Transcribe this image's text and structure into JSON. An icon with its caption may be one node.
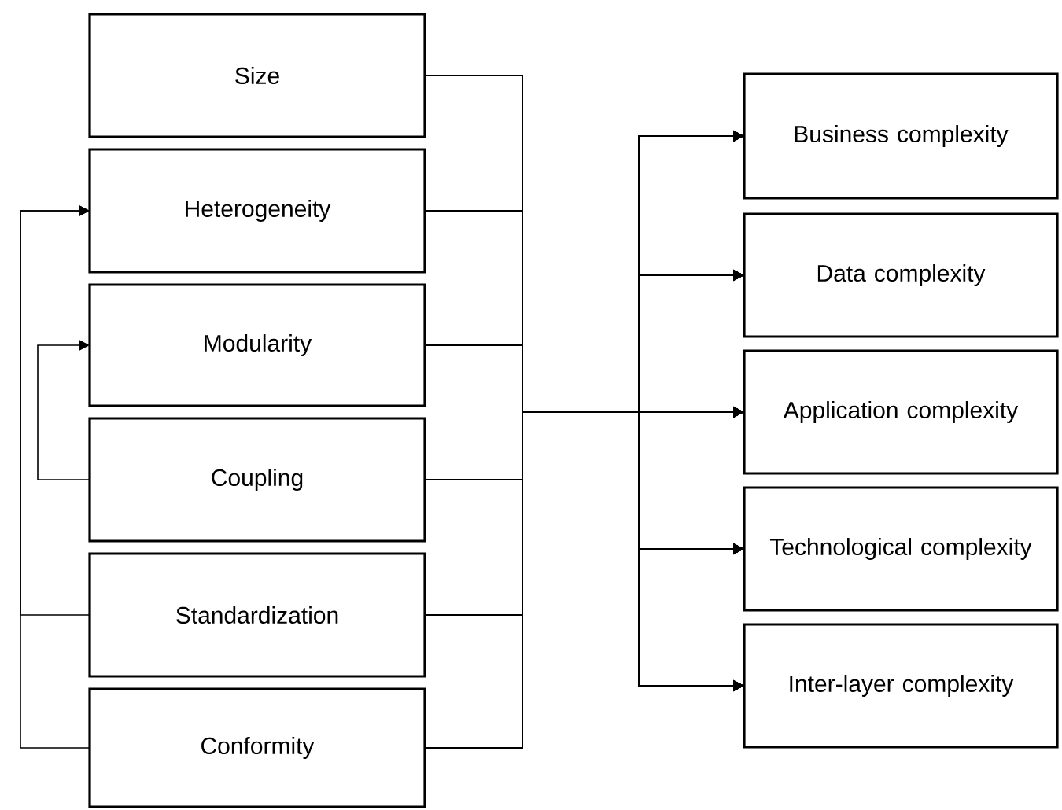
{
  "diagram": {
    "nodes": [
      {
        "text": [
          "Size"
        ]
      },
      {
        "text": [
          "Heterogeneity"
        ]
      },
      {
        "text": [
          "Modularity"
        ]
      },
      {
        "text": [
          "Coupling"
        ]
      },
      {
        "text": [
          "Standardization"
        ]
      },
      {
        "text": [
          "Conformity"
        ]
      },
      {
        "text": [
          "Business complexity"
        ]
      },
      {
        "text": [
          "Data complexity"
        ]
      },
      {
        "text": [
          "Application complexity"
        ]
      },
      {
        "text": [
          "Technological complexity"
        ]
      },
      {
        "text": [
          "Inter-layer complexity"
        ]
      }
    ],
    "edges": [
      {
        "from": 0,
        "to": 6,
        "arrow": "to"
      },
      {
        "from": 0,
        "to": 7,
        "arrow": "to"
      },
      {
        "from": 0,
        "to": 8,
        "arrow": "to"
      },
      {
        "from": 0,
        "to": 9,
        "arrow": "to"
      },
      {
        "from": 0,
        "to": 10,
        "arrow": "to"
      },
      {
        "from": 1,
        "to": 6,
        "arrow": "to"
      },
      {
        "from": 1,
        "to": 7,
        "arrow": "to"
      },
      {
        "from": 1,
        "to": 8,
        "arrow": "to"
      },
      {
        "from": 1,
        "to": 9,
        "arrow": "to"
      },
      {
        "from": 1,
        "to": 10,
        "arrow": "to"
      },
      {
        "from": 2,
        "to": 6,
        "arrow": "to"
      },
      {
        "from": 2,
        "to": 7,
        "arrow": "to"
      },
      {
        "from": 2,
        "to": 8,
        "arrow": "to"
      },
      {
        "from": 2,
        "to": 9,
        "arrow": "to"
      },
      {
        "from": 2,
        "to": 10,
        "arrow": "to"
      },
      {
        "from": 3,
        "to": 6,
        "arrow": "to"
      },
      {
        "from": 3,
        "to": 7,
        "arrow": "to"
      },
      {
        "from": 3,
        "to": 8,
        "arrow": "to"
      },
      {
        "from": 3,
        "to": 9,
        "arrow": "to"
      },
      {
        "from": 3,
        "to": 10,
        "arrow": "to"
      },
      {
        "from": 4,
        "to": 6,
        "arrow": "to"
      },
      {
        "from": 4,
        "to": 7,
        "arrow": "to"
      },
      {
        "from": 4,
        "to": 8,
        "arrow": "to"
      },
      {
        "from": 4,
        "to": 9,
        "arrow": "to"
      },
      {
        "from": 4,
        "to": 10,
        "arrow": "to"
      },
      {
        "from": 5,
        "to": 6,
        "arrow": "to"
      },
      {
        "from": 5,
        "to": 7,
        "arrow": "to"
      },
      {
        "from": 5,
        "to": 8,
        "arrow": "to"
      },
      {
        "from": 5,
        "to": 9,
        "arrow": "to"
      },
      {
        "from": 5,
        "to": 10,
        "arrow": "to"
      },
      {
        "from": 3,
        "to": 2,
        "arrow": "to"
      },
      {
        "from": 4,
        "to": 1,
        "arrow": "to"
      },
      {
        "from": 5,
        "to": 1,
        "arrow": "to"
      }
    ]
  }
}
